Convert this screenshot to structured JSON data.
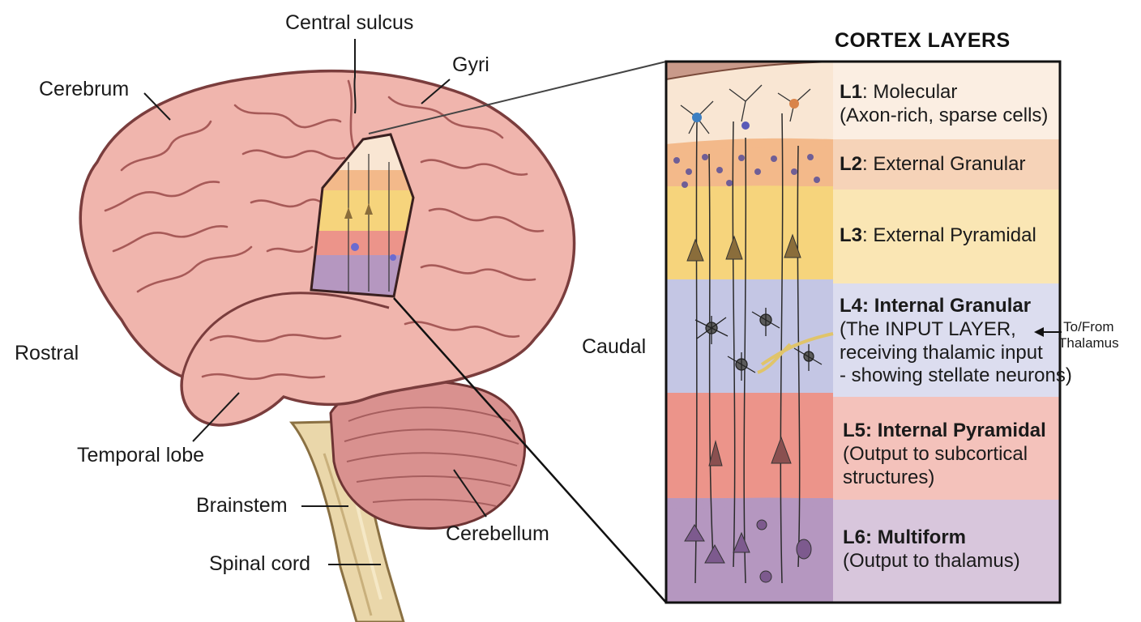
{
  "brain_labels": {
    "central_sulcus": "Central sulcus",
    "gyri": "Gyri",
    "cerebrum": "Cerebrum",
    "rostral": "Rostral",
    "caudal": "Caudal",
    "temporal_lobe": "Temporal lobe",
    "brainstem": "Brainstem",
    "spinal_cord": "Spinal cord",
    "cerebellum": "Cerebellum"
  },
  "cortex": {
    "title": "CORTEX LAYERS",
    "layers": [
      {
        "id": "L1",
        "name": "Molecular",
        "desc_lines": [
          "(Axon-rich, sparse cells)"
        ],
        "color": "#f9e6d3",
        "text_bg": "#fbeee2"
      },
      {
        "id": "L2",
        "name": "External Granular",
        "desc_lines": [],
        "color": "#f3b98a",
        "text_bg": "#f6d3b8"
      },
      {
        "id": "L3",
        "name": "External Pyramidal",
        "desc_lines": [],
        "color": "#f6d47c",
        "text_bg": "#fae6b4"
      },
      {
        "id": "L4",
        "name": "Internal Granular",
        "desc_lines": [
          "(The INPUT LAYER,",
          "receiving thalamic input",
          "- showing stellate neurons)"
        ],
        "color": "#c4c6e4",
        "text_bg": "#dcddef"
      },
      {
        "id": "L5",
        "name": "Internal Pyramidal",
        "desc_lines": [
          "(Output to subcortical",
          "structures)"
        ],
        "color": "#ec948a",
        "text_bg": "#f4c2bb"
      },
      {
        "id": "L6",
        "name": "Multiform",
        "desc_lines": [
          "(Output to thalamus)"
        ],
        "color": "#b597c0",
        "text_bg": "#d8c6dc"
      }
    ],
    "thalamus_note": [
      "To/From",
      "Thalamus"
    ]
  },
  "colors": {
    "brain_fill": "#f0b5ad",
    "brain_outline": "#7a3d3d",
    "cerebellum_fill": "#d9918f",
    "stem_fill": "#ead7aa"
  }
}
